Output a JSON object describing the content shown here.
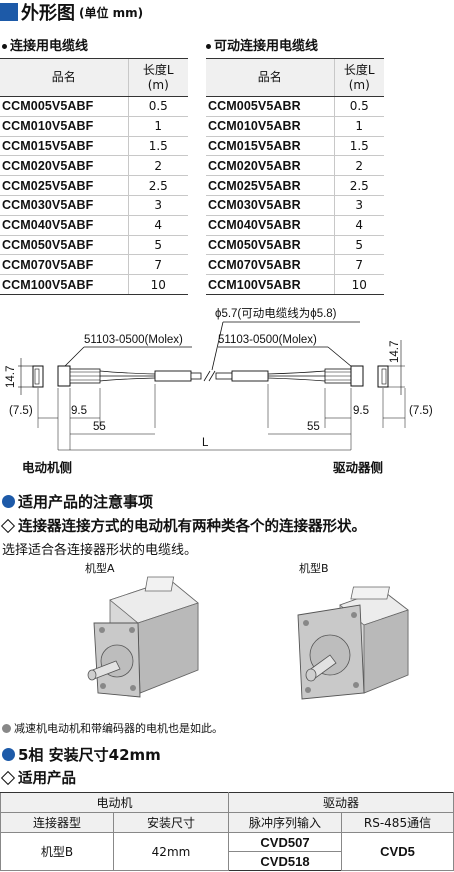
{
  "title": {
    "main": "外形图",
    "unit": "(单位 mm)"
  },
  "fixed_cable": {
    "heading": "连接用电缆线",
    "col_name": "品名",
    "col_len_1": "长度L",
    "col_len_2": "(m)",
    "rows": [
      [
        "CCM005V5ABF",
        "0.5"
      ],
      [
        "CCM010V5ABF",
        "1"
      ],
      [
        "CCM015V5ABF",
        "1.5"
      ],
      [
        "CCM020V5ABF",
        "2"
      ],
      [
        "CCM025V5ABF",
        "2.5"
      ],
      [
        "CCM030V5ABF",
        "3"
      ],
      [
        "CCM040V5ABF",
        "4"
      ],
      [
        "CCM050V5ABF",
        "5"
      ],
      [
        "CCM070V5ABF",
        "7"
      ],
      [
        "CCM100V5ABF",
        "10"
      ]
    ]
  },
  "flex_cable": {
    "heading": "可动连接用电缆线",
    "col_name": "品名",
    "col_len_1": "长度L",
    "col_len_2": "(m)",
    "rows": [
      [
        "CCM005V5ABR",
        "0.5"
      ],
      [
        "CCM010V5ABR",
        "1"
      ],
      [
        "CCM015V5ABR",
        "1.5"
      ],
      [
        "CCM020V5ABR",
        "2"
      ],
      [
        "CCM025V5ABR",
        "2.5"
      ],
      [
        "CCM030V5ABR",
        "3"
      ],
      [
        "CCM040V5ABR",
        "4"
      ],
      [
        "CCM050V5ABR",
        "5"
      ],
      [
        "CCM070V5ABR",
        "7"
      ],
      [
        "CCM100V5ABR",
        "10"
      ]
    ]
  },
  "drawing": {
    "dia_label": "ϕ5.7(可动电缆线为ϕ5.8)",
    "conn_left": "51103-0500(Molex)",
    "conn_right": "51103-0500(Molex)",
    "dim_height": "14.7",
    "dim_75": "(7.5)",
    "dim_95": "9.5",
    "dim_55": "55",
    "dim_L": "L",
    "side_motor": "电动机侧",
    "side_driver": "驱动器侧"
  },
  "notes": {
    "heading": "适用产品的注意事项",
    "sub": "连接器连接方式的电动机有两种类各个的连接器形状。",
    "text": "选择适合各连接器形状的电缆线。",
    "type_a": "机型A",
    "type_b": "机型B",
    "footnote": "减速机电动机和带编码器的电机也是如此。"
  },
  "size": {
    "heading": "5相 安装尺寸42mm",
    "sub": "适用产品",
    "h_motor": "电动机",
    "h_driver": "驱动器",
    "h_conn": "连接器型",
    "h_mount": "安装尺寸",
    "h_pulse": "脉冲序列输入",
    "h_rs485": "RS-485通信",
    "conn_type": "机型B",
    "mount": "42mm",
    "pulse_1": "CVD507",
    "pulse_2": "CVD518",
    "rs485": "CVD5"
  },
  "colors": {
    "accent": "#1d5aa8",
    "header_bg": "#f0f0f0"
  }
}
